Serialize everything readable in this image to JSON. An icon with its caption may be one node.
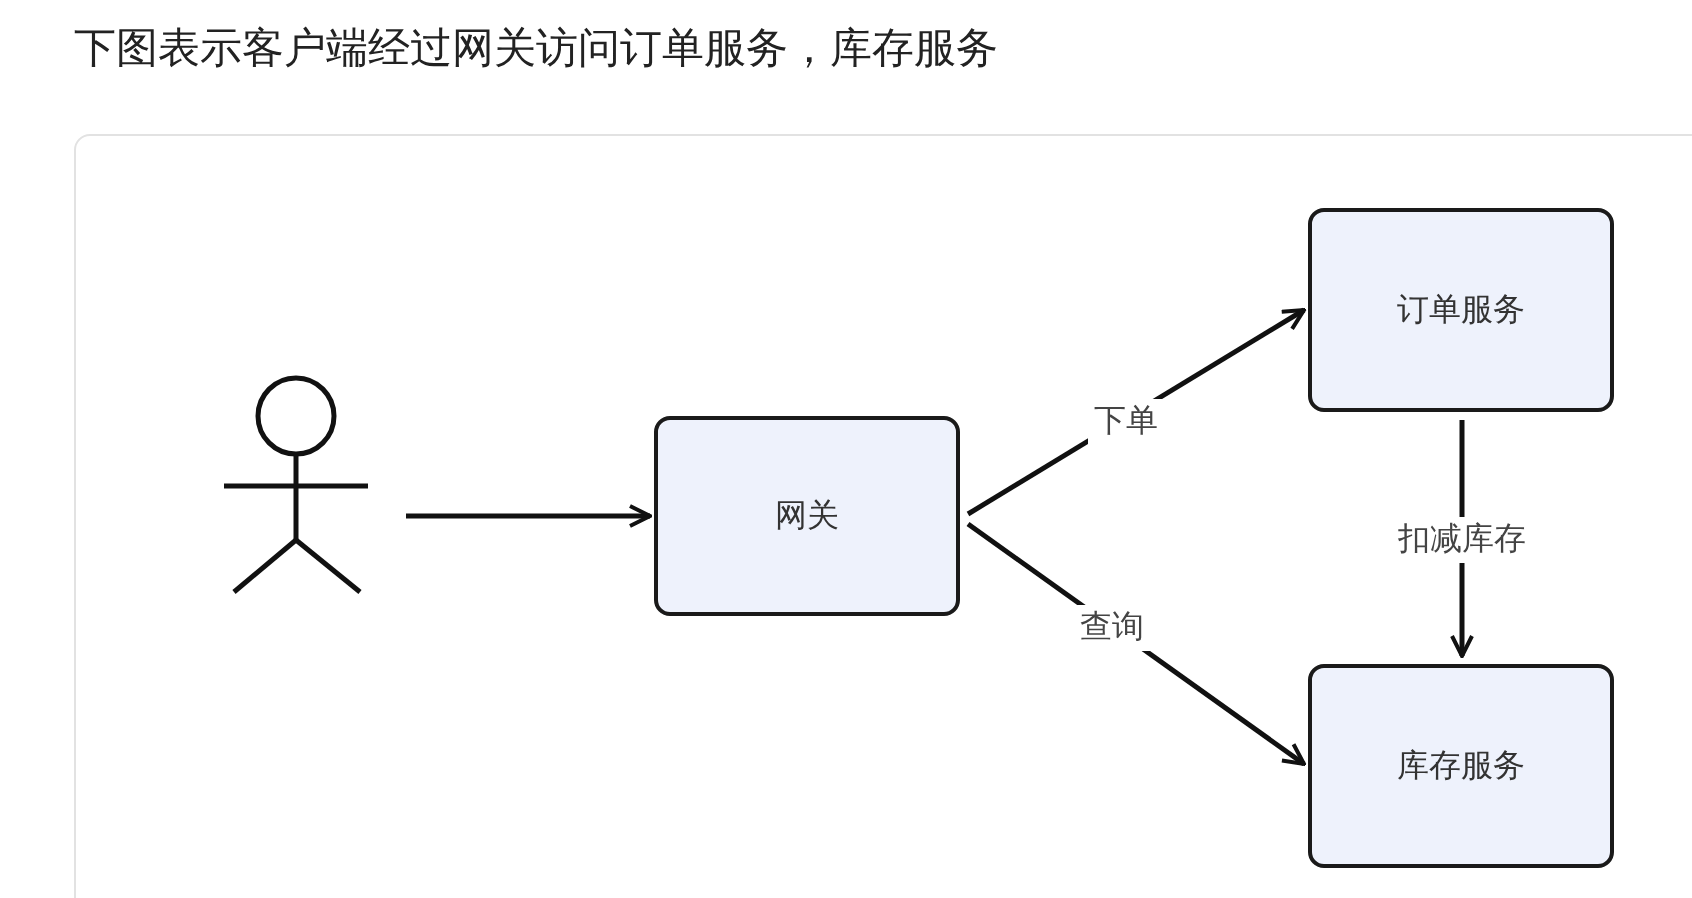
{
  "diagram": {
    "title": "下图表示客户端经过网关访问订单服务，库存服务",
    "nodes": [
      {
        "text": [],
        "shape": "person"
      },
      {
        "text": [
          "网关"
        ]
      },
      {
        "text": [
          "订单服务"
        ]
      },
      {
        "text": [
          "库存服务"
        ]
      }
    ],
    "edges": [
      {
        "from": 0,
        "to": 1,
        "arrow": "to"
      },
      {
        "from": 1,
        "to": 2,
        "arrow": "to",
        "label": "下单"
      },
      {
        "from": 1,
        "to": 3,
        "arrow": "to",
        "label": "查询"
      },
      {
        "from": 2,
        "to": 3,
        "arrow": "to",
        "label": "扣减库存"
      }
    ]
  }
}
